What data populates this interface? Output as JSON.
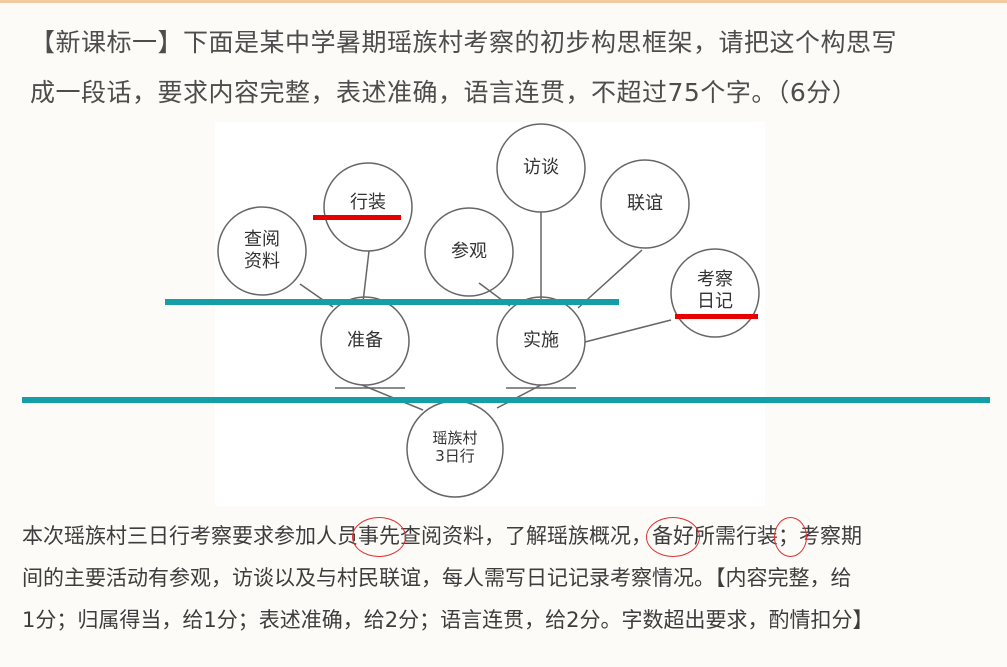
{
  "question": {
    "line1": "【新课标一】下面是某中学暑期瑶族村考察的初步构思框架，请把这个构思写",
    "line2": "成一段话，要求内容完整，表述准确，语言连贯，不超过75个字。（6分）"
  },
  "diagram": {
    "root": {
      "line1": "瑶族村",
      "line2": "3日行"
    },
    "branches": [
      {
        "label": "准备",
        "children": [
          {
            "line1": "查阅",
            "line2": "资料"
          },
          {
            "line1": "行装",
            "line2": ""
          }
        ]
      },
      {
        "label": "实施",
        "children": [
          {
            "line1": "参观",
            "line2": ""
          },
          {
            "line1": "访谈",
            "line2": ""
          },
          {
            "line1": "联谊",
            "line2": ""
          },
          {
            "line1": "考察",
            "line2": "日记"
          }
        ]
      }
    ],
    "annotation_colors": {
      "teal_line": "#139ea8",
      "red_line": "#e60000",
      "circle_stroke": "#666666"
    }
  },
  "answer": {
    "line1_a": "本次瑶族村三日行考察要求参加人员",
    "line1_hl1": "事先",
    "line1_b": "查阅资料，了解瑶族概况，",
    "line1_hl2": "备好",
    "line1_c": "所需行装",
    "line1_hl3": "；",
    "line1_d": "考察期",
    "line2": "间的主要活动有参观，访谈以及与村民联谊，每人需写日记记录考察情况。【内容完整，给",
    "line3": "1分；归属得当，给1分；表述准确，给2分；语言连贯，给2分。字数超出要求，酌情扣分】"
  }
}
